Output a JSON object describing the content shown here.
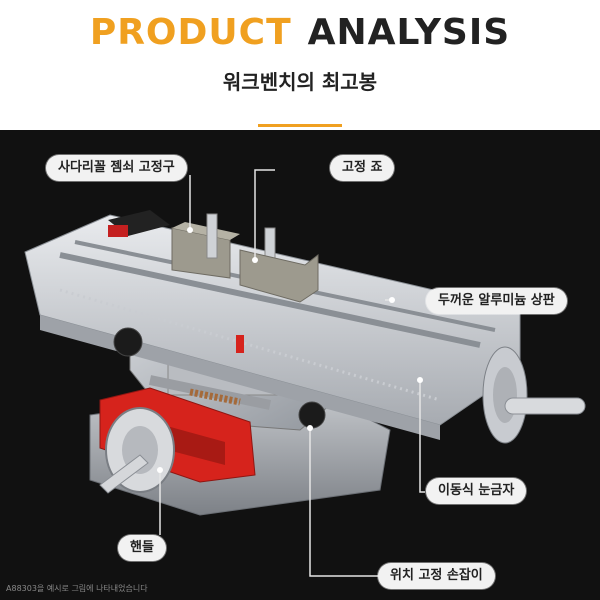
{
  "header": {
    "title_part1": "PRODUCT",
    "title_part2": "ANALYSIS",
    "subtitle": "워크벤치의 최고봉",
    "accent_color": "#f0a020"
  },
  "callouts": {
    "dovetail": "사다리꼴 젬쇠 고정구",
    "clamp": "고정 죠",
    "top_plate": "두꺼운 알루미늄 상판",
    "scale": "이동식 눈금자",
    "handle": "핸들",
    "lock_knob": "위치 고정 손잡이"
  },
  "watermark": "A88303을 예시로 그림에 나타내었습니다",
  "colors": {
    "background": "#111111",
    "label_bg": "#f2f2f2",
    "red_part": "#d6231c"
  }
}
